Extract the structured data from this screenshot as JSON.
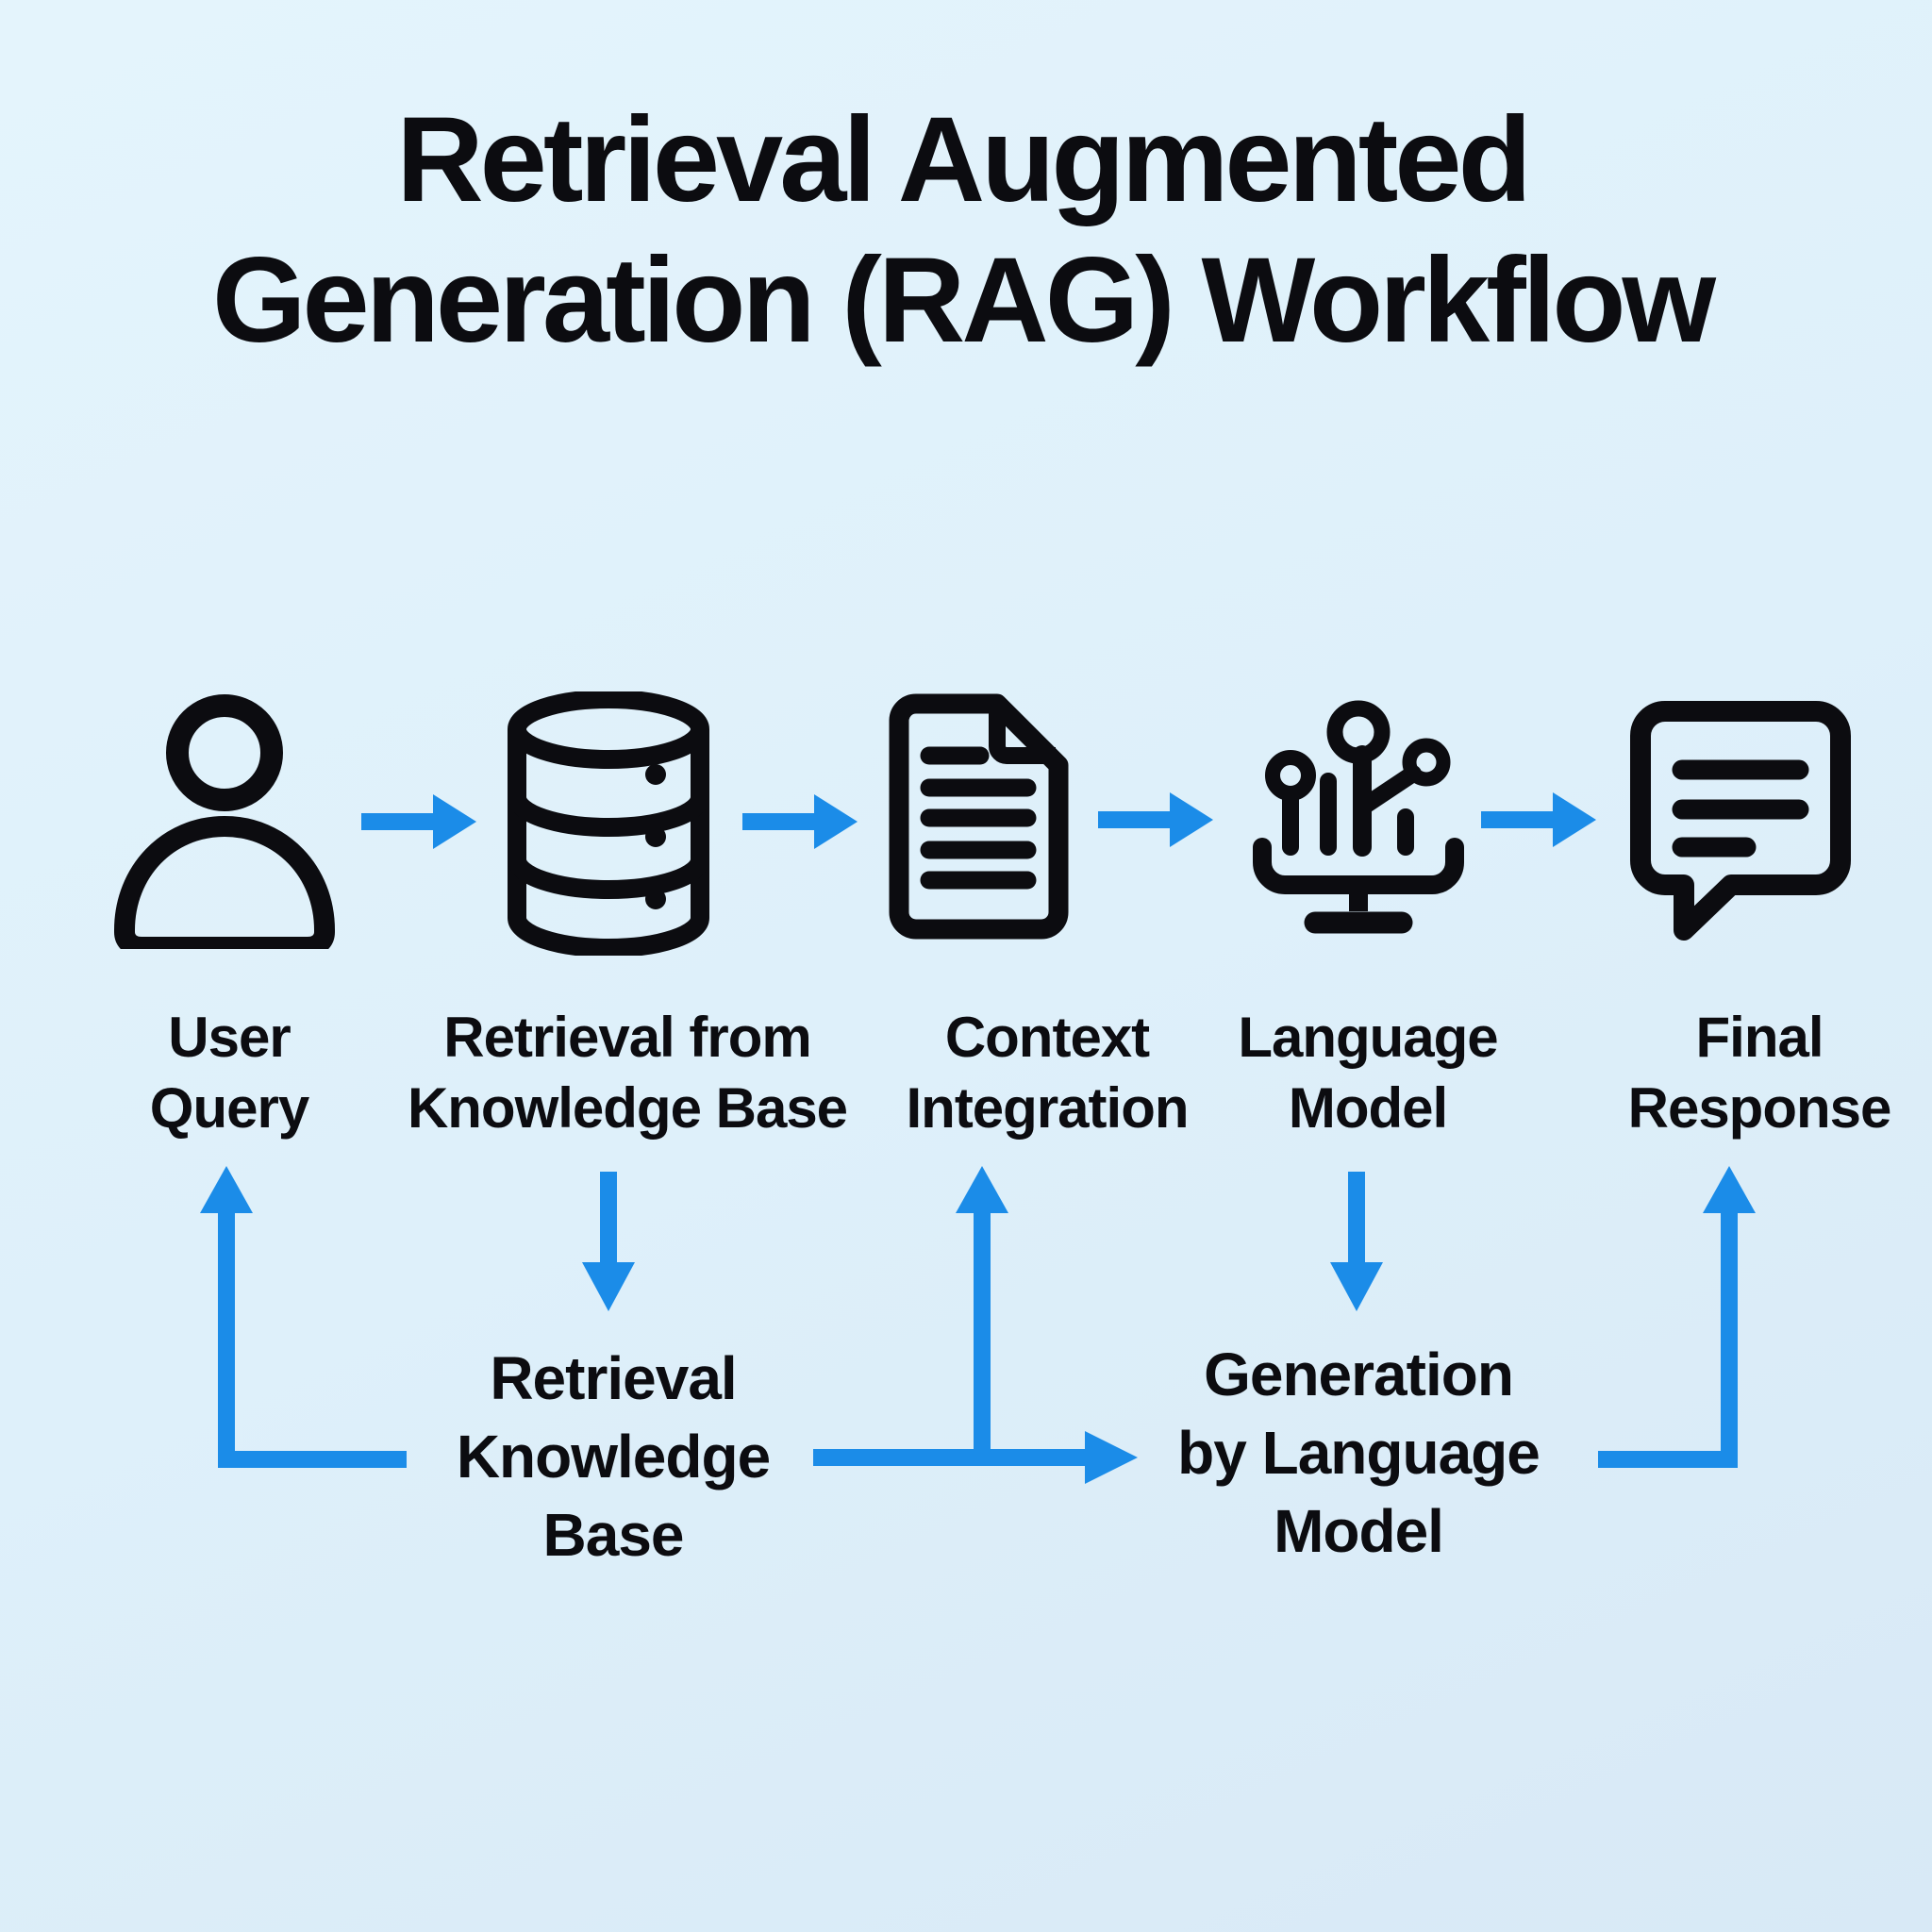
{
  "title": {
    "line1": "Retrieval Augmented",
    "line2": "Generation (RAG) Workflow"
  },
  "colors": {
    "arrow_blue": "#1b8ce8",
    "ink": "#0c0c10",
    "background_top": "#e4f4fc",
    "background_bottom": "#d8e9f6"
  },
  "workflow_steps": [
    {
      "icon": "user-icon",
      "label_line1": "User",
      "label_line2": "Query"
    },
    {
      "icon": "database-icon",
      "label_line1": "Retrieval from",
      "label_line2": "Knowledge Base"
    },
    {
      "icon": "document-icon",
      "label_line1": "Context",
      "label_line2": "Integration"
    },
    {
      "icon": "model-icon",
      "label_line1": "Language",
      "label_line2": "Model"
    },
    {
      "icon": "chat-bubble-icon",
      "label_line1": "Final",
      "label_line2": "Response"
    }
  ],
  "bottom_nodes": {
    "retrieval_knowledge_base": {
      "line1": "Retrieval",
      "line2": "Knowledge",
      "line3": "Base"
    },
    "generation_by_language_model": {
      "line1": "Generation",
      "line2": "by Language",
      "line3": "Model"
    }
  }
}
